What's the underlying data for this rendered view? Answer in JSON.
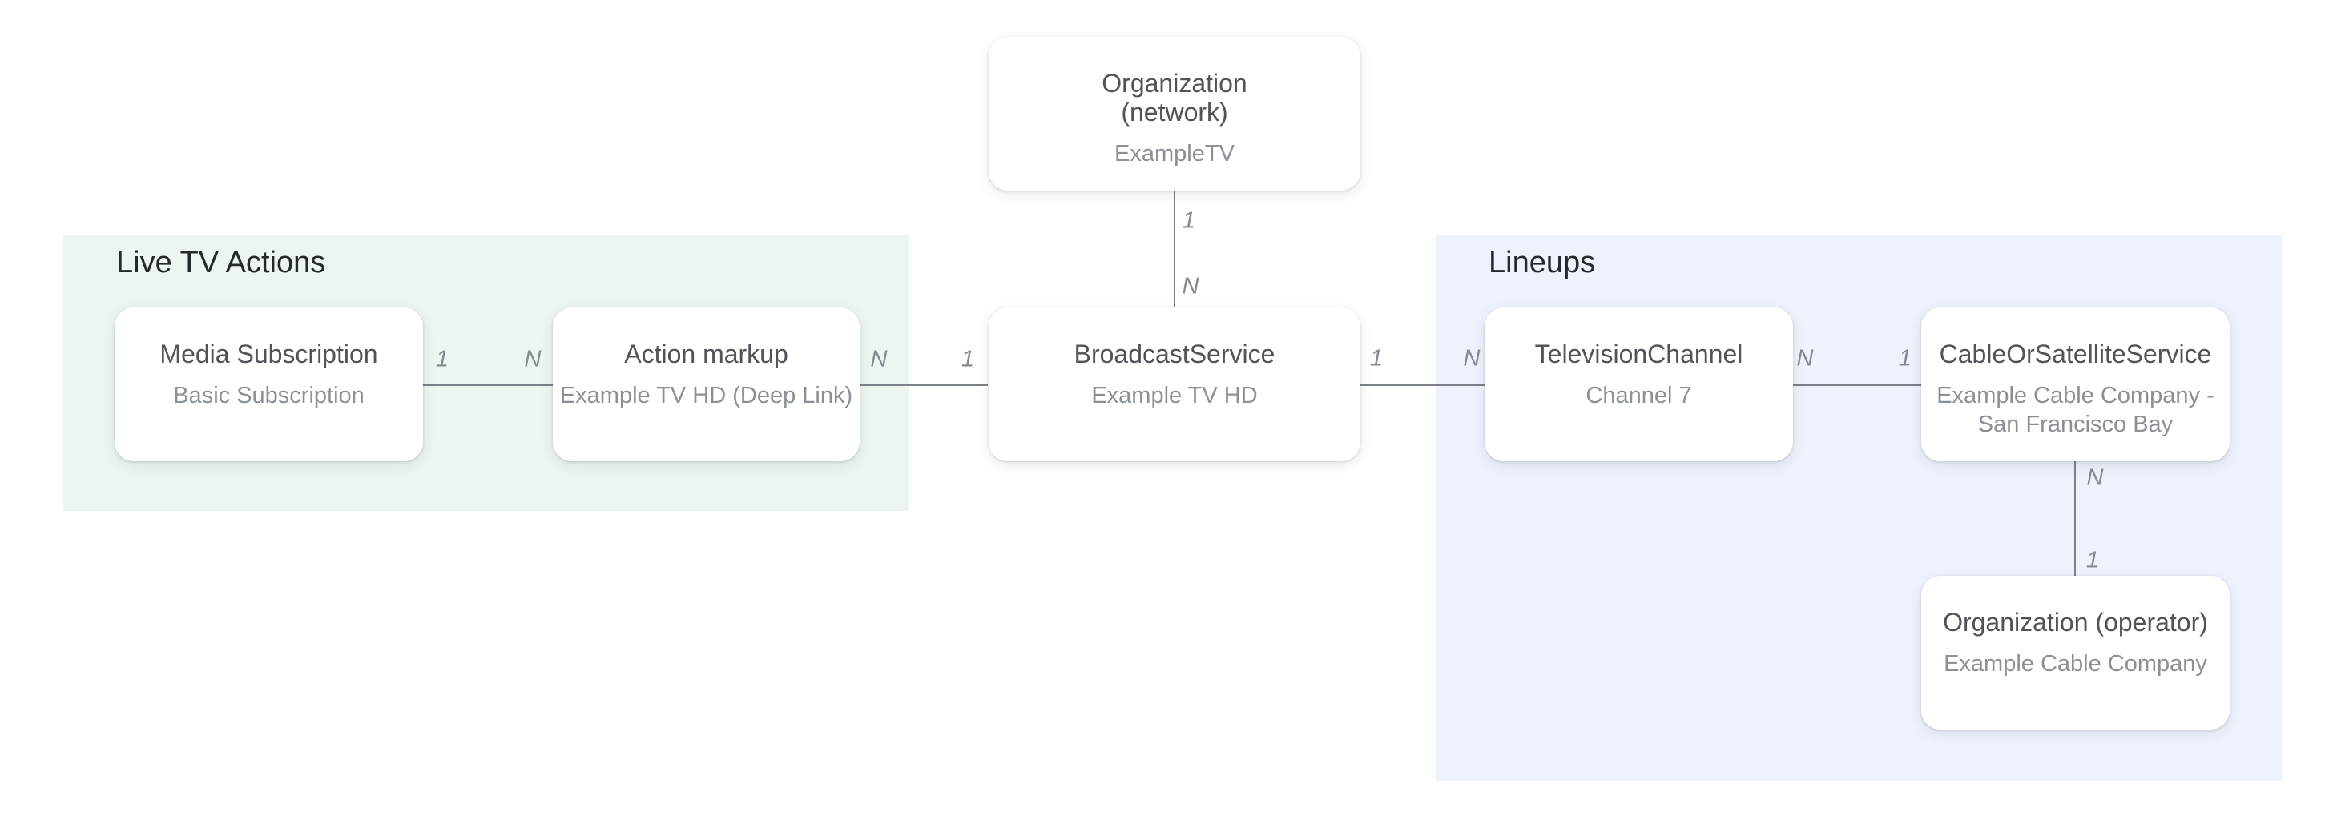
{
  "diagram": {
    "panels": {
      "live_tv_actions": {
        "label": "Live TV Actions"
      },
      "lineups": {
        "label": "Lineups"
      }
    },
    "nodes": {
      "org_network": {
        "title_line1": "Organization",
        "title_line2": "(network)",
        "subtitle": "ExampleTV"
      },
      "media_subscription": {
        "title": "Media Subscription",
        "subtitle": "Basic Subscription"
      },
      "action_markup": {
        "title": "Action markup",
        "subtitle": "Example TV HD (Deep Link)"
      },
      "broadcast_service": {
        "title": "BroadcastService",
        "subtitle": "Example TV HD"
      },
      "television_channel": {
        "title": "TelevisionChannel",
        "subtitle": "Channel 7"
      },
      "cable_or_satellite_service": {
        "title": "CableOrSatelliteService",
        "subtitle_line1": "Example Cable Company -",
        "subtitle_line2": "San Francisco Bay"
      },
      "org_operator": {
        "title": "Organization (operator)",
        "subtitle": "Example Cable Company"
      }
    },
    "edges": {
      "network_to_broadcast": {
        "top_card": "1",
        "bottom_card": "N"
      },
      "subscription_to_action": {
        "left_card": "1",
        "right_card": "N"
      },
      "action_to_broadcast": {
        "left_card": "N",
        "right_card": "1"
      },
      "broadcast_to_channel": {
        "left_card": "1",
        "right_card": "N"
      },
      "channel_to_cable": {
        "left_card": "N",
        "right_card": "1"
      },
      "cable_to_operator": {
        "top_card": "N",
        "bottom_card": "1"
      }
    },
    "colors": {
      "live_tv_panel": "#ecf5ef",
      "lineups_panel": "#eef2fc",
      "panel_label": "#26292c",
      "node_title": "#505459",
      "node_subtitle": "#8a9096",
      "connector": "#7b8187",
      "cardinality": "#848a90"
    }
  }
}
